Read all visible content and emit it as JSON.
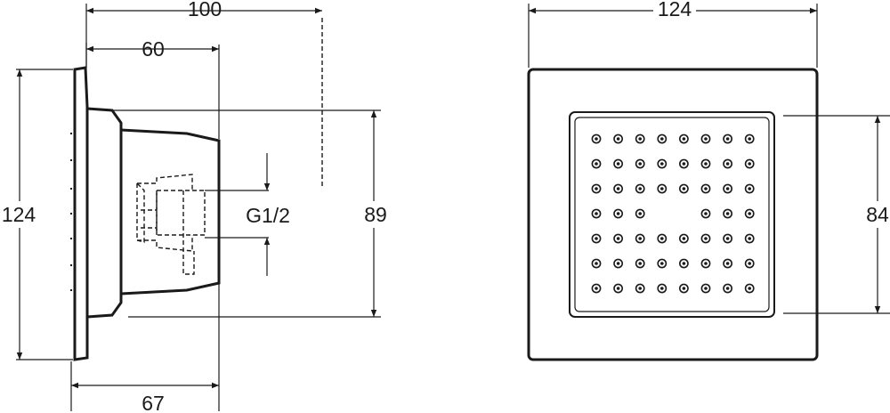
{
  "side_view": {
    "dim_overall_depth": "100",
    "dim_body_depth": "60",
    "dim_height": "124",
    "dim_thread": "G1/2",
    "dim_body_height": "89",
    "dim_base_depth": "67"
  },
  "front_view": {
    "dim_width": "124",
    "dim_inner_height": "84",
    "nozzle_grid": {
      "rows": 7,
      "cols": 8,
      "missing": [
        [
          3,
          3
        ],
        [
          3,
          4
        ]
      ]
    }
  }
}
